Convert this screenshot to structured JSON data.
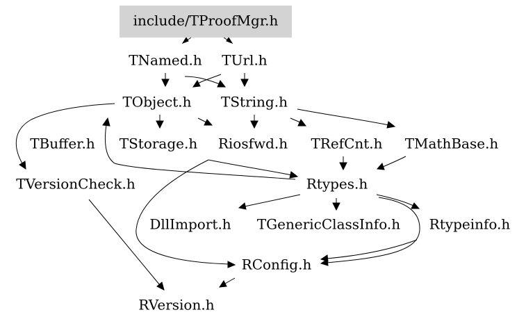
{
  "graph": {
    "nodes": {
      "include_tproofmgr": "include/TProofMgr.h",
      "tnamed": "TNamed.h",
      "turl": "TUrl.h",
      "tobject": "TObject.h",
      "tstring": "TString.h",
      "tbuffer": "TBuffer.h",
      "tstorage": "TStorage.h",
      "riosfwd": "Riosfwd.h",
      "trefcnt": "TRefCnt.h",
      "tmathbase": "TMathBase.h",
      "tversioncheck": "TVersionCheck.h",
      "rtypes": "Rtypes.h",
      "dllimport": "DllImport.h",
      "tgenericclassinfo": "TGenericClassInfo.h",
      "rtypeinfo": "Rtypeinfo.h",
      "rconfig": "RConfig.h",
      "rversion": "RVersion.h"
    },
    "highlight_color": "#d3d3d3"
  }
}
